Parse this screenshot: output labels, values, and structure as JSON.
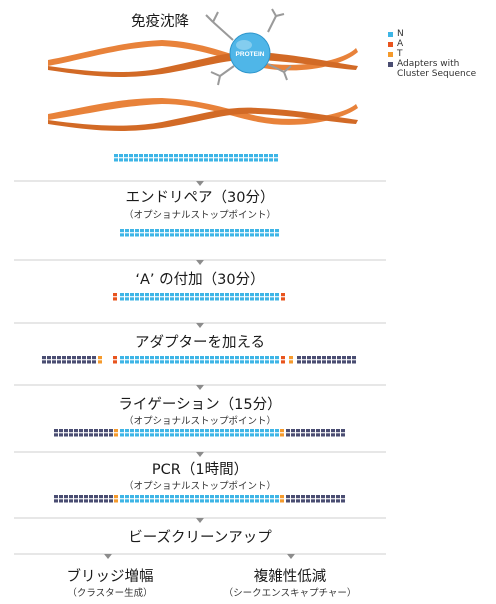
{
  "title": "免疫沈降",
  "protein_label": "PROTEIN",
  "colors": {
    "N": "#3eb5e6",
    "A": "#e8541e",
    "T": "#f59a2c",
    "adapter": "#4a4d72",
    "dna": "#e8823a",
    "protein": "#4fb6e8",
    "antibody": "#9a9a9a",
    "divider": "#cfcfcf",
    "arrow": "#8c8c8c"
  },
  "legend": [
    {
      "key": "N",
      "label": "N"
    },
    {
      "key": "A",
      "label": "A"
    },
    {
      "key": "T",
      "label": "T"
    },
    {
      "key": "adapter",
      "label": "Adapters with Cluster Sequence"
    }
  ],
  "steps": [
    {
      "title": "エンドリペア（30分）",
      "subtitle": "（オプショナルストップポイント）"
    },
    {
      "title": "‘A’ の付加（30分）",
      "subtitle": ""
    },
    {
      "title": "アダプターを加える",
      "subtitle": ""
    },
    {
      "title": "ライゲーション（15分）",
      "subtitle": "（オプショナルストップポイント）"
    },
    {
      "title": "PCR（1時間）",
      "subtitle": "（オプショナルストップポイント）"
    },
    {
      "title": "ビーズクリーンアップ",
      "subtitle": ""
    }
  ],
  "outputs": [
    {
      "title": "ブリッジ増幅",
      "subtitle": "（クラスター生成）"
    },
    {
      "title": "複雑性低減",
      "subtitle": "（シークエンスキャプチャー）"
    }
  ]
}
